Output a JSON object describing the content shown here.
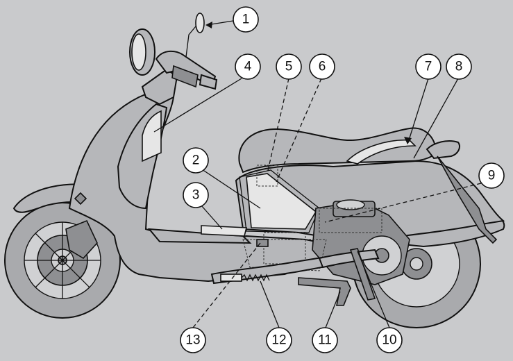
{
  "callouts": [
    {
      "id": "1",
      "label": "1"
    },
    {
      "id": "2",
      "label": "2"
    },
    {
      "id": "3",
      "label": "3"
    },
    {
      "id": "4",
      "label": "4"
    },
    {
      "id": "5",
      "label": "5"
    },
    {
      "id": "6",
      "label": "6"
    },
    {
      "id": "7",
      "label": "7"
    },
    {
      "id": "8",
      "label": "8"
    },
    {
      "id": "9",
      "label": "9"
    },
    {
      "id": "10",
      "label": "10"
    },
    {
      "id": "11",
      "label": "11"
    },
    {
      "id": "12",
      "label": "12"
    },
    {
      "id": "13",
      "label": "13"
    }
  ],
  "colors": {
    "background": "#c9cacc",
    "body": "#b6b7ba",
    "outline": "#111111",
    "highlight": "#e6e6e6"
  }
}
